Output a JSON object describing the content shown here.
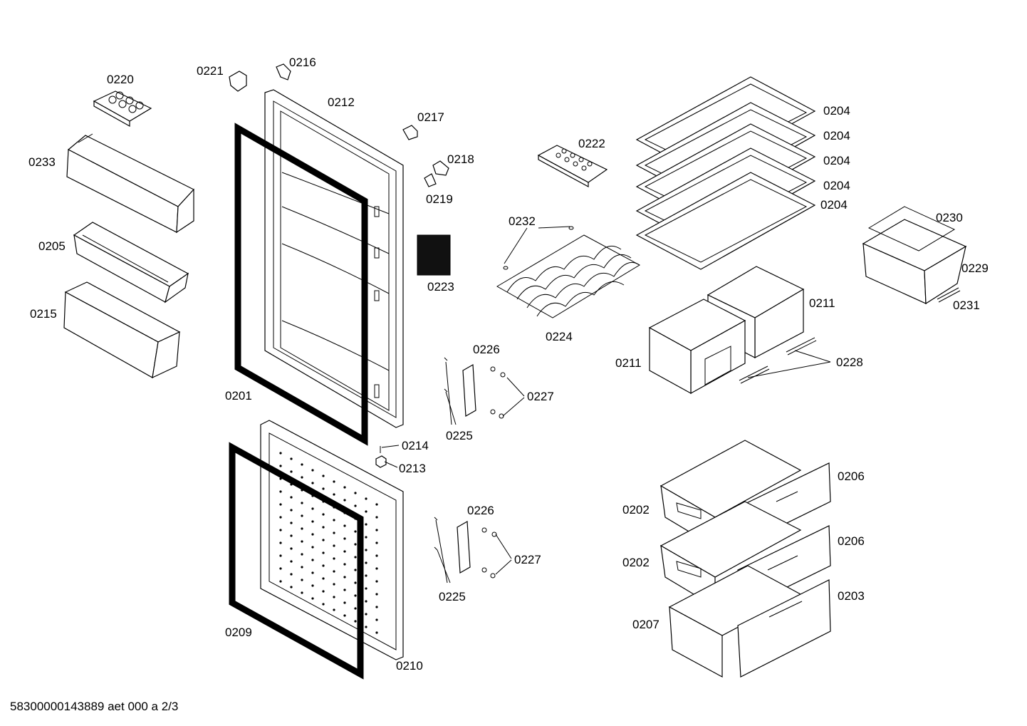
{
  "diagram": {
    "labels": {
      "p0220": "0220",
      "p0221": "0221",
      "p0216": "0216",
      "p0212": "0212",
      "p0217": "0217",
      "p0218": "0218",
      "p0219": "0219",
      "p0222": "0222",
      "p0204a": "0204",
      "p0204b": "0204",
      "p0204c": "0204",
      "p0204d": "0204",
      "p0204e": "0204",
      "p0233": "0233",
      "p0205": "0205",
      "p0215": "0215",
      "p0232": "0232",
      "p0223": "0223",
      "p0224": "0224",
      "p0230": "0230",
      "p0229": "0229",
      "p0231": "0231",
      "p0211a": "0211",
      "p0211b": "0211",
      "p0228": "0228",
      "p0201": "0201",
      "p0226a": "0226",
      "p0227a": "0227",
      "p0225a": "0225",
      "p0214": "0214",
      "p0213": "0213",
      "p0206a": "0206",
      "p0206b": "0206",
      "p0202a": "0202",
      "p0202b": "0202",
      "p0203": "0203",
      "p0207": "0207",
      "p0226b": "0226",
      "p0227b": "0227",
      "p0225b": "0225",
      "p0209": "0209",
      "p0210": "0210"
    },
    "footer": "58300000143889 aet 000 a 2/3"
  }
}
